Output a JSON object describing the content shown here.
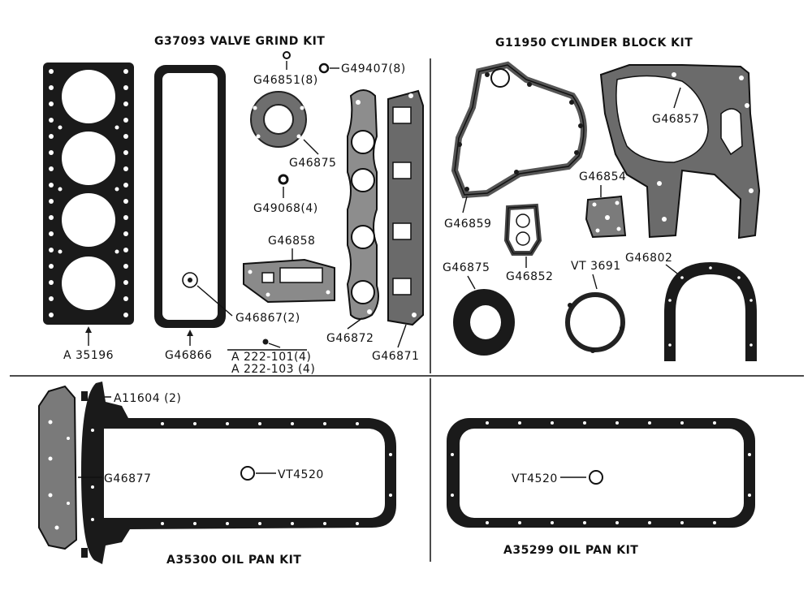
{
  "kits": {
    "valve_grind": "G37093 VALVE GRIND KIT",
    "cylinder_block": "G11950 CYLINDER BLOCK KIT",
    "oil_pan_a35300": "A35300  OIL PAN KIT",
    "oil_pan_a35299": "A35299  OIL PAN KIT"
  },
  "parts": {
    "a35196": "A 35196",
    "g46866": "G46866",
    "g46851": "G46851(8)",
    "g49407": "G49407(8)",
    "g46875_valve": "G46875",
    "g49068": "G49068(4)",
    "g46858": "G46858",
    "g46867": "G46867(2)",
    "a222_101": "A 222-101(4)",
    "a222_103": "A 222-103 (4)",
    "g46872": "G46872",
    "g46871": "G46871",
    "g46857": "G46857",
    "g46859": "G46859",
    "g46854": "G46854",
    "g46875_block": "G46875",
    "g46852": "G46852",
    "vt3691": "VT 3691",
    "g46802": "G46802",
    "a11604": "A11604 (2)",
    "g46877": "G46877",
    "vt4520_left": "VT4520",
    "vt4520_right": "VT4520"
  }
}
